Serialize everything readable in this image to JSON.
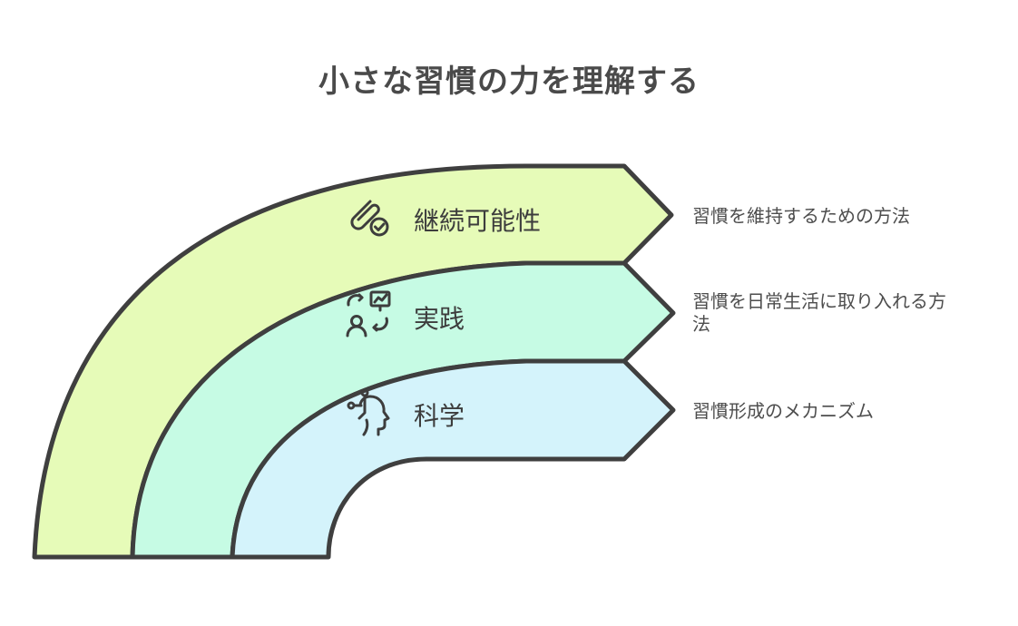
{
  "title": "小さな習慣の力を理解する",
  "layers": [
    {
      "label": "継続可能性",
      "description": "習慣を維持するための方法",
      "icon": "paperclip-check-icon",
      "fill_color": "#e6fbb8"
    },
    {
      "label": "実践",
      "description": "習慣を日常生活に取り入れる方\n法",
      "icon": "presentation-person-icon",
      "fill_color": "#c6fbe4"
    },
    {
      "label": "科学",
      "description": "習慣形成のメカニズム",
      "icon": "head-thought-icon",
      "fill_color": "#d4f3fb"
    }
  ],
  "colors": {
    "outline": "#3f3f3f",
    "title": "#4a4a4a"
  }
}
